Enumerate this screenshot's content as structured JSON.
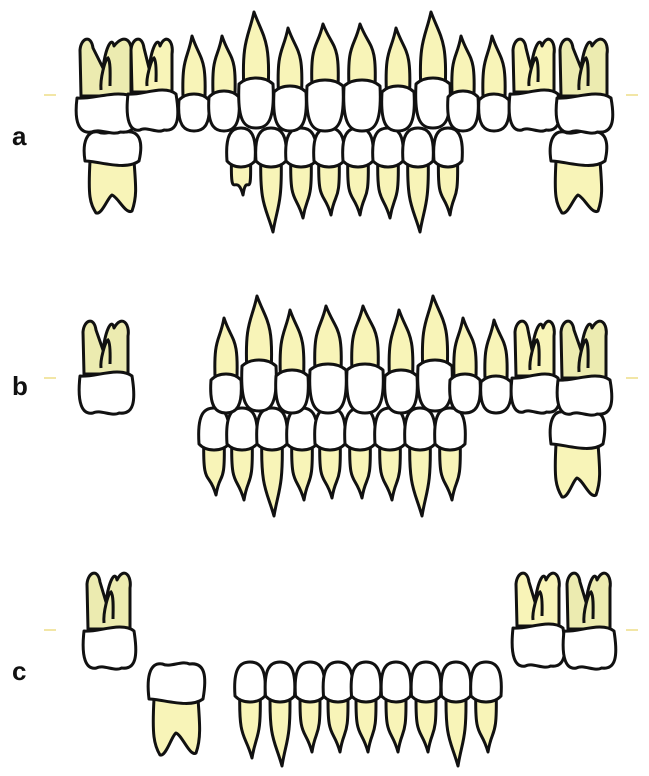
{
  "panels": [
    {
      "label": "a"
    },
    {
      "label": "b"
    },
    {
      "label": "c"
    }
  ],
  "colors": {
    "root": "#f8f4b8",
    "root_shaded": "#ecebb0",
    "crown": "#ffffff",
    "outline": "#111111",
    "occlusal_mark": "#f2e6a6"
  },
  "icons": [
    "upper-incisor-icon",
    "upper-canine-icon",
    "upper-premolar-icon",
    "upper-molar-icon",
    "lower-incisor-icon",
    "lower-canine-icon",
    "lower-premolar-icon",
    "lower-molar-icon"
  ]
}
